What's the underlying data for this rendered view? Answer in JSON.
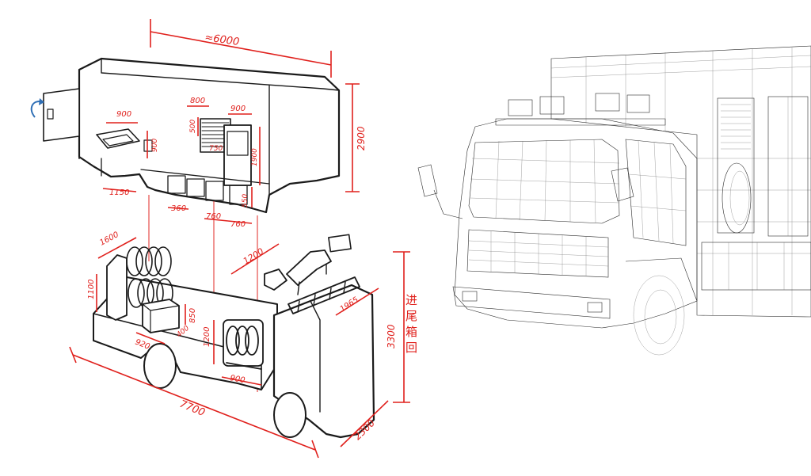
{
  "colors": {
    "dimension": "#e0201c",
    "ink": "#1a1a1a",
    "rotate_arrow": "#2f6fb5"
  },
  "sketch_top": {
    "overall_length": "≈6000",
    "height": "2900",
    "labels": {
      "window_width": "900",
      "window_height": "900",
      "shutter_width": "800",
      "shutter_height": "500",
      "shutter_inner": "750",
      "door_width": "900",
      "door_height": "1900",
      "front_bay": "1150",
      "lower_bay_a": "360",
      "lower_bay_b": "760",
      "lower_bay_c": "760",
      "lower_bay_h": "550"
    }
  },
  "sketch_bottom": {
    "overall_length": "7700",
    "overall_height": "3300",
    "width": "2300",
    "labels": {
      "rack_length": "1600",
      "rack_height": "1100",
      "box_width": "920",
      "box_depth": "400",
      "box_height": "850",
      "reel_height": "1200",
      "reel_width": "900",
      "equipment_span": "1200",
      "rail_length": "1965"
    },
    "note_chars": [
      "进",
      "尾",
      "箱",
      "回"
    ]
  }
}
